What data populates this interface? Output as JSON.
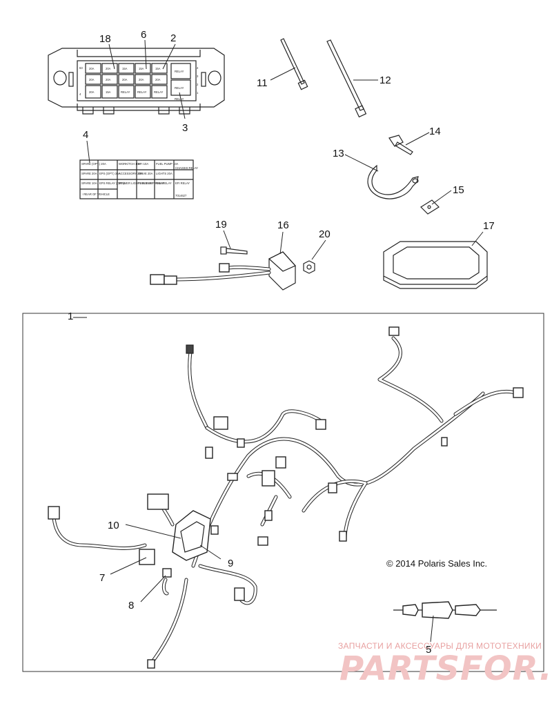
{
  "callouts": [
    {
      "id": "c1",
      "label": "1"
    },
    {
      "id": "c2",
      "label": "2"
    },
    {
      "id": "c3",
      "label": "3"
    },
    {
      "id": "c4",
      "label": "4"
    },
    {
      "id": "c5",
      "label": "5"
    },
    {
      "id": "c6",
      "label": "6"
    },
    {
      "id": "c7",
      "label": "7"
    },
    {
      "id": "c8",
      "label": "8"
    },
    {
      "id": "c9",
      "label": "9"
    },
    {
      "id": "c10",
      "label": "10"
    },
    {
      "id": "c11",
      "label": "11"
    },
    {
      "id": "c12",
      "label": "12"
    },
    {
      "id": "c13",
      "label": "13"
    },
    {
      "id": "c14",
      "label": "14"
    },
    {
      "id": "c15",
      "label": "15"
    },
    {
      "id": "c16",
      "label": "16"
    },
    {
      "id": "c17",
      "label": "17"
    },
    {
      "id": "c18",
      "label": "18"
    },
    {
      "id": "c19",
      "label": "19"
    },
    {
      "id": "c20",
      "label": "20"
    }
  ],
  "fuse_box": {
    "cells": [
      "20A",
      "20A",
      "15A",
      "15A",
      "15A",
      "RELAY",
      "20A",
      "20A",
      "20A",
      "20A",
      "20A",
      "RELAY",
      "20A",
      "15A",
      "RELAY",
      "RELAY",
      "RELAY",
      "RELAY"
    ],
    "side_left_top": "63",
    "side_left_bottom": "4",
    "side_right_top": "4",
    "side_right_mid": "3",
    "side_right_low": "2",
    "side_right_bottom": "1"
  },
  "fuse_label": {
    "rows": [
      [
        "SPARE (OPT.) 20A",
        "",
        "WORK/TCH 10A",
        "EFI 10A",
        "FUEL PUMP 10A",
        ""
      ],
      [
        "SPARE 20A",
        "EPS (OPT.) 30A",
        "ACCESSORY 20A",
        "DRIVE 20A",
        "LIGHTS 20A",
        "CHASSIS RELAY"
      ],
      [
        "SPARE 10A",
        "EPS RELAY (OPT.)",
        "DIMMER LIGHTS RELAY",
        "FUEL PUMP RELAY",
        "FAN RELAY",
        "EFI RELAY"
      ],
      [
        "↑ REAR OF VEHICLE",
        "",
        "",
        "",
        "",
        ""
      ]
    ],
    "part_number": "7014627"
  },
  "copyright": "© 2014 Polaris Sales Inc.",
  "watermark": {
    "tagline": "ЗАПЧАСТИ И АКСЕССУАРЫ ДЛЯ МОТОТЕХНИКИ",
    "brand": "PARTSFOR.RU"
  }
}
